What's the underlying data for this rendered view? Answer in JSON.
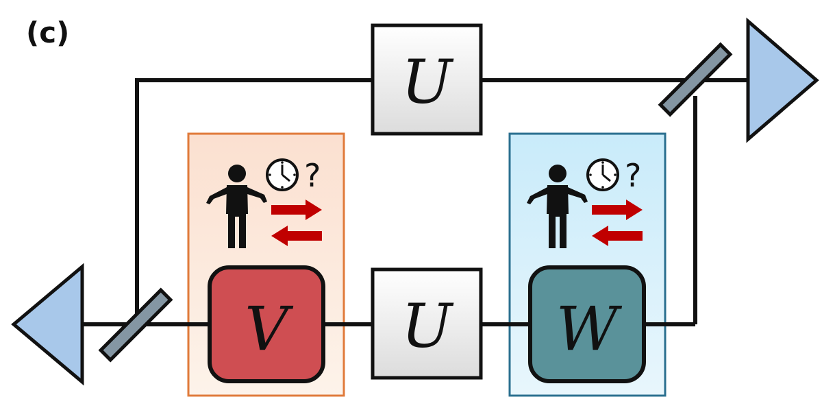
{
  "panel_label": "(c)",
  "gates": {
    "top": "U",
    "bottom_middle": "U",
    "v": "V",
    "w": "W"
  },
  "question_mark": "?",
  "icons": {
    "person": "person-icon",
    "clock": "clock-icon",
    "arrows": "exchange-arrows-icon",
    "beamsplitter": "beam-splitter-icon",
    "triangle": "triangle-icon"
  },
  "colors": {
    "v_region_fill": "#fbe3d4",
    "v_region_border": "#e07a3a",
    "w_region_fill": "#d3eefa",
    "w_region_border": "#2a6f8f",
    "v_gate_fill": "#cf4e52",
    "w_gate_fill": "#5a929a",
    "arrow_red": "#c00000",
    "triangle_fill": "#a8c8ea",
    "beamsplitter_fill": "#8496a3"
  }
}
